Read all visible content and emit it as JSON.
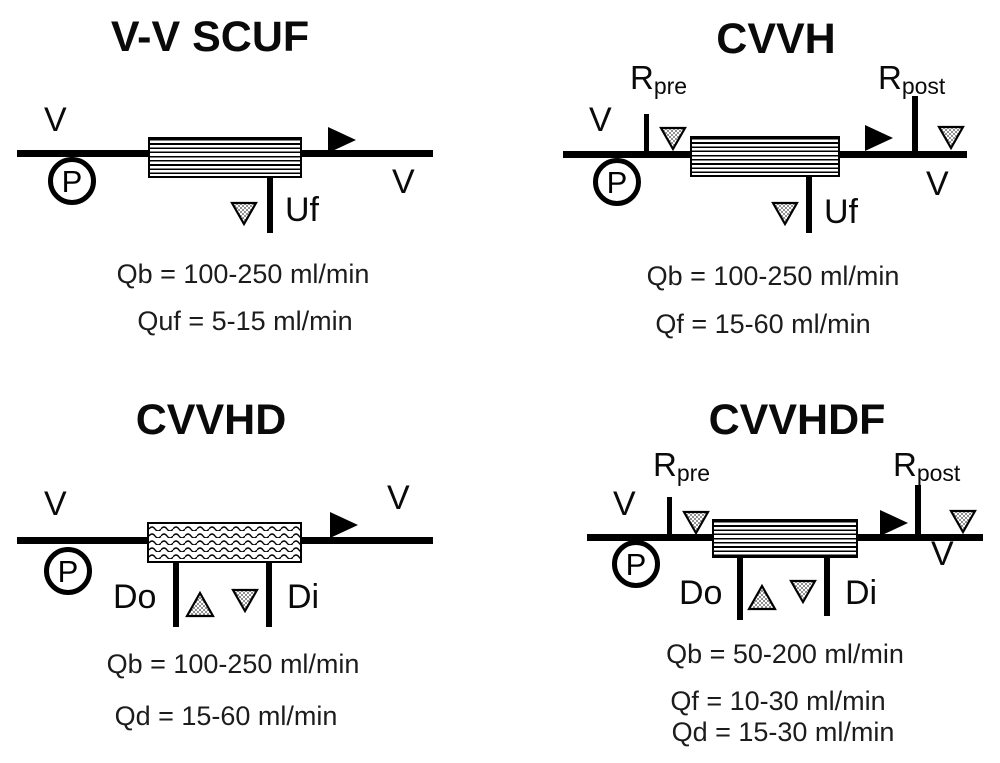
{
  "page": {
    "background_color": "#ffffff",
    "ink_color": "#000000",
    "halftone_gray": "#6e6e6e"
  },
  "panels": [
    {
      "title": "V-V SCUF",
      "labels": {
        "v_in": "V",
        "v_out": "V",
        "pump": "P",
        "uf": "Uf"
      },
      "rates": {
        "line1": "Qb = 100-250 ml/min",
        "line2": "Quf = 5-15 ml/min"
      }
    },
    {
      "title": "CVVH",
      "labels": {
        "v_in": "V",
        "v_out": "V",
        "pump": "P",
        "uf": "Uf",
        "r_pre": "R",
        "r_pre_sub": "pre",
        "r_post": "R",
        "r_post_sub": "post"
      },
      "rates": {
        "line1": "Qb = 100-250 ml/min",
        "line2": "Qf = 15-60 ml/min"
      }
    },
    {
      "title": "CVVHD",
      "labels": {
        "v_in": "V",
        "v_out": "V",
        "pump": "P",
        "dialysate_out": "Do",
        "dialysate_in": "Di"
      },
      "rates": {
        "line1": "Qb = 100-250 ml/min",
        "line2": "Qd = 15-60 ml/min"
      }
    },
    {
      "title": "CVVHDF",
      "labels": {
        "v_in": "V",
        "v_out": "V",
        "pump": "P",
        "dialysate_out": "Do",
        "dialysate_in": "Di",
        "r_pre": "R",
        "r_pre_sub": "pre",
        "r_post": "R",
        "r_post_sub": "post"
      },
      "rates": {
        "line1": "Qb = 50-200 ml/min",
        "line2": "Qf = 10-30 ml/min",
        "line3": "Qd = 15-30 ml/min"
      }
    }
  ]
}
